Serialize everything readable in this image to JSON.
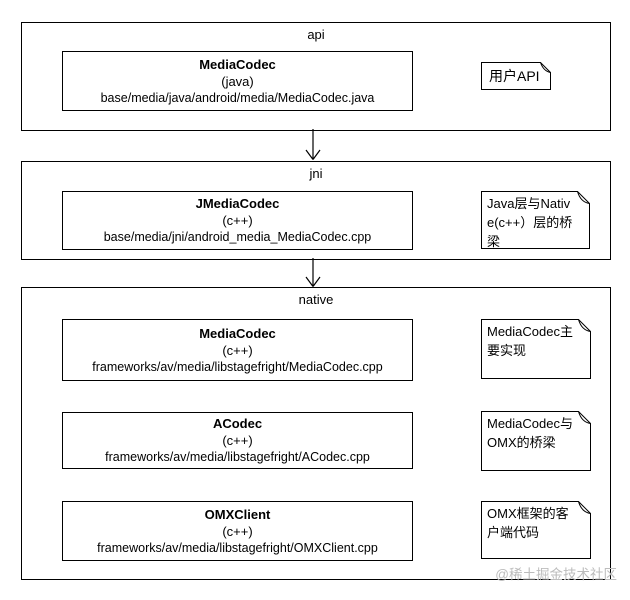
{
  "diagram": {
    "title_hint": "MediaCodec layered architecture (api / jni / native)",
    "colors": {
      "line": "#000000",
      "background": "#ffffff",
      "watermark": "#bcbcbc"
    },
    "sections": [
      {
        "label": "api",
        "entity": {
          "title": "MediaCodec",
          "lang": "(java)",
          "path": "base/media/java/android/media/MediaCodec.java"
        },
        "note": {
          "text": "用户API"
        }
      },
      {
        "label": "jni",
        "entity": {
          "title": "JMediaCodec",
          "lang": "(c++)",
          "path": "base/media/jni/android_media_MediaCodec.cpp"
        },
        "note": {
          "text": "Java层与Native(c++）层的桥梁"
        }
      },
      {
        "label": "native",
        "entities": [
          {
            "title": "MediaCodec",
            "lang": "(c++)",
            "path": "frameworks/av/media/libstagefright/MediaCodec.cpp",
            "note": "MediaCodec主要实现"
          },
          {
            "title": "ACodec",
            "lang": "(c++)",
            "path": "frameworks/av/media/libstagefright/ACodec.cpp",
            "note": "MediaCodec与OMX的桥梁"
          },
          {
            "title": "OMXClient",
            "lang": "(c++)",
            "path": "frameworks/av/media/libstagefright/OMXClient.cpp",
            "note": "OMX框架的客户端代码"
          }
        ]
      }
    ],
    "watermark": "@稀土掘金技术社区"
  }
}
